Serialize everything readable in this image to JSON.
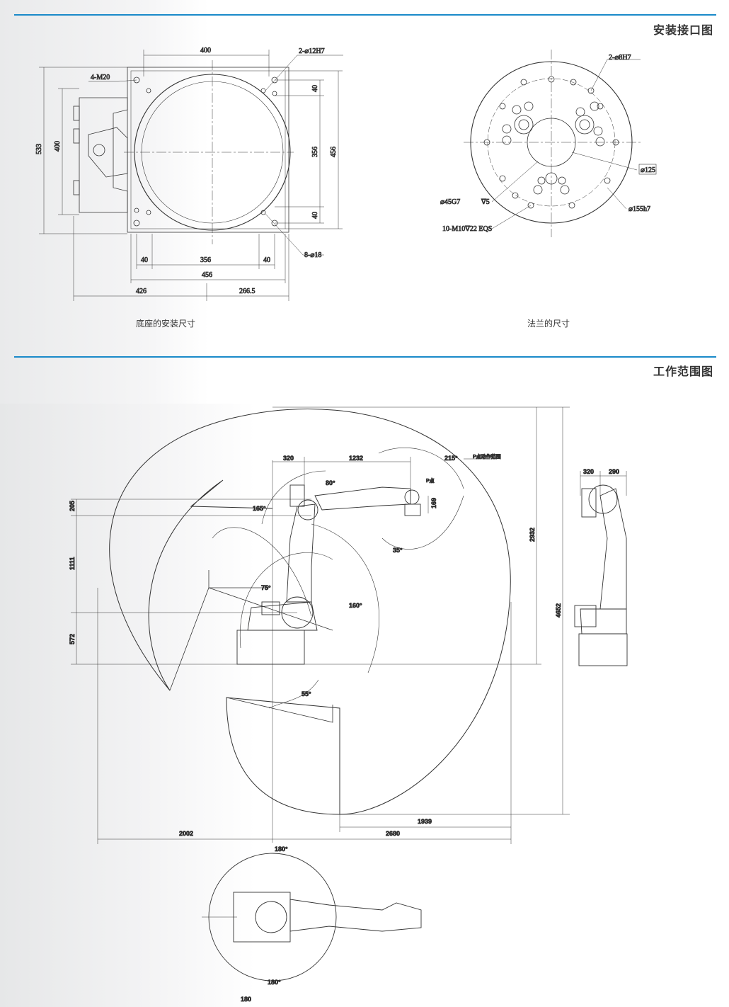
{
  "sections": {
    "install": {
      "title": "安装接口图"
    },
    "workrange": {
      "title": "工作范围图"
    }
  },
  "captions": {
    "base": "底座的安装尺寸",
    "flange": "法兰的尺寸"
  },
  "base_drawing": {
    "dim_top_400": "400",
    "dim_hole_spec": "2-⌀12H7",
    "dim_m20": "4-M20",
    "dim_left_533": "533",
    "dim_left_400": "400",
    "dim_right_40a": "40",
    "dim_right_356": "356",
    "dim_right_456": "456",
    "dim_right_40b": "40",
    "dim_bottom_40a": "40",
    "dim_bottom_356": "356",
    "dim_bottom_40b": "40",
    "dim_bottom_456": "456",
    "dim_bottom_426": "426",
    "dim_bottom_2665": "266.5",
    "dim_holes_18": "8-⌀18"
  },
  "flange_drawing": {
    "dim_pin": "2-⌀8H7",
    "dim_125": "⌀125",
    "dim_45g7": "⌀45G7",
    "dim_45g7_depth": "∇5",
    "dim_m10": "10-M10∇22 EQS",
    "dim_155": "⌀155h7"
  },
  "work_range": {
    "dim_320": "320",
    "dim_1232": "1232",
    "dim_215deg": "215°",
    "p_label": "P点动作范围",
    "p_point": "P点",
    "dim_169": "169",
    "dim_80deg": "80°",
    "dim_165deg": "165°",
    "dim_35deg": "35°",
    "dim_75deg": "75°",
    "dim_160deg": "160°",
    "dim_55deg": "55°",
    "dim_205": "205",
    "dim_1111": "1111",
    "dim_572": "572",
    "dim_2932": "2932",
    "dim_4652": "4652",
    "dim_side_320": "320",
    "dim_side_290": "290",
    "dim_2002": "2002",
    "dim_1939": "1939",
    "dim_2680": "2680",
    "dim_180_top": "180°",
    "dim_180_bottom": "180°",
    "dim_180_cut": "180"
  }
}
